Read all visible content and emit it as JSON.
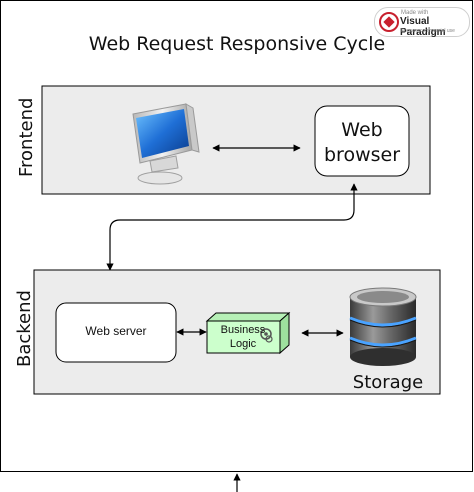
{
  "diagram": {
    "title": "Web Request Responsive Cycle",
    "lanes": {
      "frontend": "Frontend",
      "backend": "Backend"
    },
    "nodes": {
      "web_browser": "Web browser",
      "web_server": "Web server",
      "business_logic": "Business Logic",
      "storage": "Storage"
    }
  },
  "watermark": {
    "small": "Made with",
    "brand": "Visual Paradigm",
    "sub": "For non-commercial use"
  },
  "colors": {
    "lane_fill": "#ececec",
    "business_logic_fill": "#ccffcc",
    "logo_red": "#c8202e"
  }
}
